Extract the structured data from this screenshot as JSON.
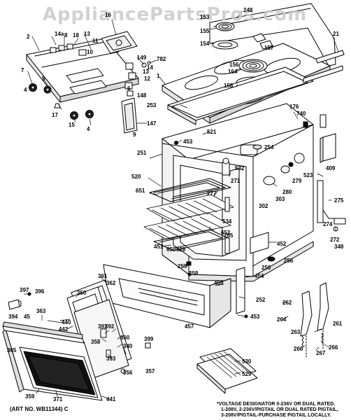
{
  "watermark": "AppliancePartsPros.com",
  "art_number": "(ART NO. WB11344) C",
  "voltage_note": [
    "*VOLTAGE DESIGNATOR 0-236V OR DUAL RATED.",
    "1-208V, 2-236V/PIGTAIL OR DUAL RATED PIGTAIL,",
    "3-208V/PIGTAIL-PURCHASE PIGTAIL LOCALLY."
  ],
  "callouts": [
    {
      "id": "c16",
      "text": "16"
    },
    {
      "id": "c14a",
      "text": "14a"
    },
    {
      "id": "c2",
      "text": "2"
    },
    {
      "id": "c8",
      "text": "8"
    },
    {
      "id": "c18",
      "text": "18"
    },
    {
      "id": "c13a",
      "text": "13"
    },
    {
      "id": "c11",
      "text": "11"
    },
    {
      "id": "c10",
      "text": "10"
    },
    {
      "id": "c149",
      "text": "149"
    },
    {
      "id": "c782",
      "text": "782"
    },
    {
      "id": "c13b",
      "text": "13"
    },
    {
      "id": "c12",
      "text": "12"
    },
    {
      "id": "c14",
      "text": "14"
    },
    {
      "id": "c7",
      "text": "7"
    },
    {
      "id": "c4a",
      "text": "4"
    },
    {
      "id": "c5",
      "text": "5"
    },
    {
      "id": "c6",
      "text": "6"
    },
    {
      "id": "c148",
      "text": "148"
    },
    {
      "id": "c17",
      "text": "17"
    },
    {
      "id": "c15",
      "text": "15"
    },
    {
      "id": "c4b",
      "text": "4"
    },
    {
      "id": "c147",
      "text": "147"
    },
    {
      "id": "c9",
      "text": "9"
    },
    {
      "id": "c1",
      "text": "1"
    },
    {
      "id": "c253",
      "text": "253"
    },
    {
      "id": "c248",
      "text": "248"
    },
    {
      "id": "c153",
      "text": "153"
    },
    {
      "id": "c155",
      "text": "155"
    },
    {
      "id": "c154",
      "text": "154"
    },
    {
      "id": "c157",
      "text": "157"
    },
    {
      "id": "c156",
      "text": "156"
    },
    {
      "id": "c164",
      "text": "164"
    },
    {
      "id": "c158",
      "text": "158"
    },
    {
      "id": "c21",
      "text": "21"
    },
    {
      "id": "c176",
      "text": "176"
    },
    {
      "id": "c740",
      "text": "740"
    },
    {
      "id": "c521",
      "text": "521"
    },
    {
      "id": "c453a",
      "text": "453"
    },
    {
      "id": "c254",
      "text": "254"
    },
    {
      "id": "c251",
      "text": "251"
    },
    {
      "id": "c532",
      "text": "532"
    },
    {
      "id": "c520",
      "text": "520"
    },
    {
      "id": "c651",
      "text": "651"
    },
    {
      "id": "c271",
      "text": "271"
    },
    {
      "id": "c523",
      "text": "523"
    },
    {
      "id": "c279",
      "text": "279"
    },
    {
      "id": "c280",
      "text": "280"
    },
    {
      "id": "c409",
      "text": "409"
    },
    {
      "id": "c277",
      "text": "277"
    },
    {
      "id": "c303",
      "text": "303"
    },
    {
      "id": "c302",
      "text": "302"
    },
    {
      "id": "c275",
      "text": "275"
    },
    {
      "id": "c534",
      "text": "534"
    },
    {
      "id": "c274",
      "text": "274"
    },
    {
      "id": "c652",
      "text": "652"
    },
    {
      "id": "c272",
      "text": "272"
    },
    {
      "id": "c265",
      "text": "265"
    },
    {
      "id": "c348",
      "text": "348"
    },
    {
      "id": "c451",
      "text": "451"
    },
    {
      "id": "c650",
      "text": "650"
    },
    {
      "id": "c528",
      "text": "528"
    },
    {
      "id": "c452",
      "text": "452"
    },
    {
      "id": "c256",
      "text": "256"
    },
    {
      "id": "c250",
      "text": "250"
    },
    {
      "id": "c259",
      "text": "259"
    },
    {
      "id": "c258",
      "text": "258"
    },
    {
      "id": "c361",
      "text": "361"
    },
    {
      "id": "c362",
      "text": "362"
    },
    {
      "id": "c459",
      "text": "459"
    },
    {
      "id": "c454",
      "text": "454"
    },
    {
      "id": "c397",
      "text": "397"
    },
    {
      "id": "c396",
      "text": "396"
    },
    {
      "id": "c350",
      "text": "350"
    },
    {
      "id": "c252",
      "text": "252"
    },
    {
      "id": "c262",
      "text": "262"
    },
    {
      "id": "c363",
      "text": "363"
    },
    {
      "id": "c453b",
      "text": "453"
    },
    {
      "id": "c457",
      "text": "457"
    },
    {
      "id": "c394",
      "text": "394"
    },
    {
      "id": "c45",
      "text": "45"
    },
    {
      "id": "c440",
      "text": "440"
    },
    {
      "id": "c442",
      "text": "442"
    },
    {
      "id": "c391",
      "text": "391"
    },
    {
      "id": "c392",
      "text": "392"
    },
    {
      "id": "c264",
      "text": "264"
    },
    {
      "id": "c263",
      "text": "263"
    },
    {
      "id": "c261",
      "text": "261"
    },
    {
      "id": "c360",
      "text": "360"
    },
    {
      "id": "c358",
      "text": "358"
    },
    {
      "id": "c340",
      "text": "340"
    },
    {
      "id": "c365",
      "text": "365"
    },
    {
      "id": "c399",
      "text": "399"
    },
    {
      "id": "c260",
      "text": "260"
    },
    {
      "id": "c267",
      "text": "267"
    },
    {
      "id": "c266",
      "text": "266"
    },
    {
      "id": "c393",
      "text": "393"
    },
    {
      "id": "c530",
      "text": "530"
    },
    {
      "id": "c356",
      "text": "356"
    },
    {
      "id": "c357",
      "text": "357"
    },
    {
      "id": "c529",
      "text": "529"
    },
    {
      "id": "c359",
      "text": "359"
    },
    {
      "id": "c371",
      "text": "371"
    },
    {
      "id": "c441",
      "text": "441"
    }
  ]
}
